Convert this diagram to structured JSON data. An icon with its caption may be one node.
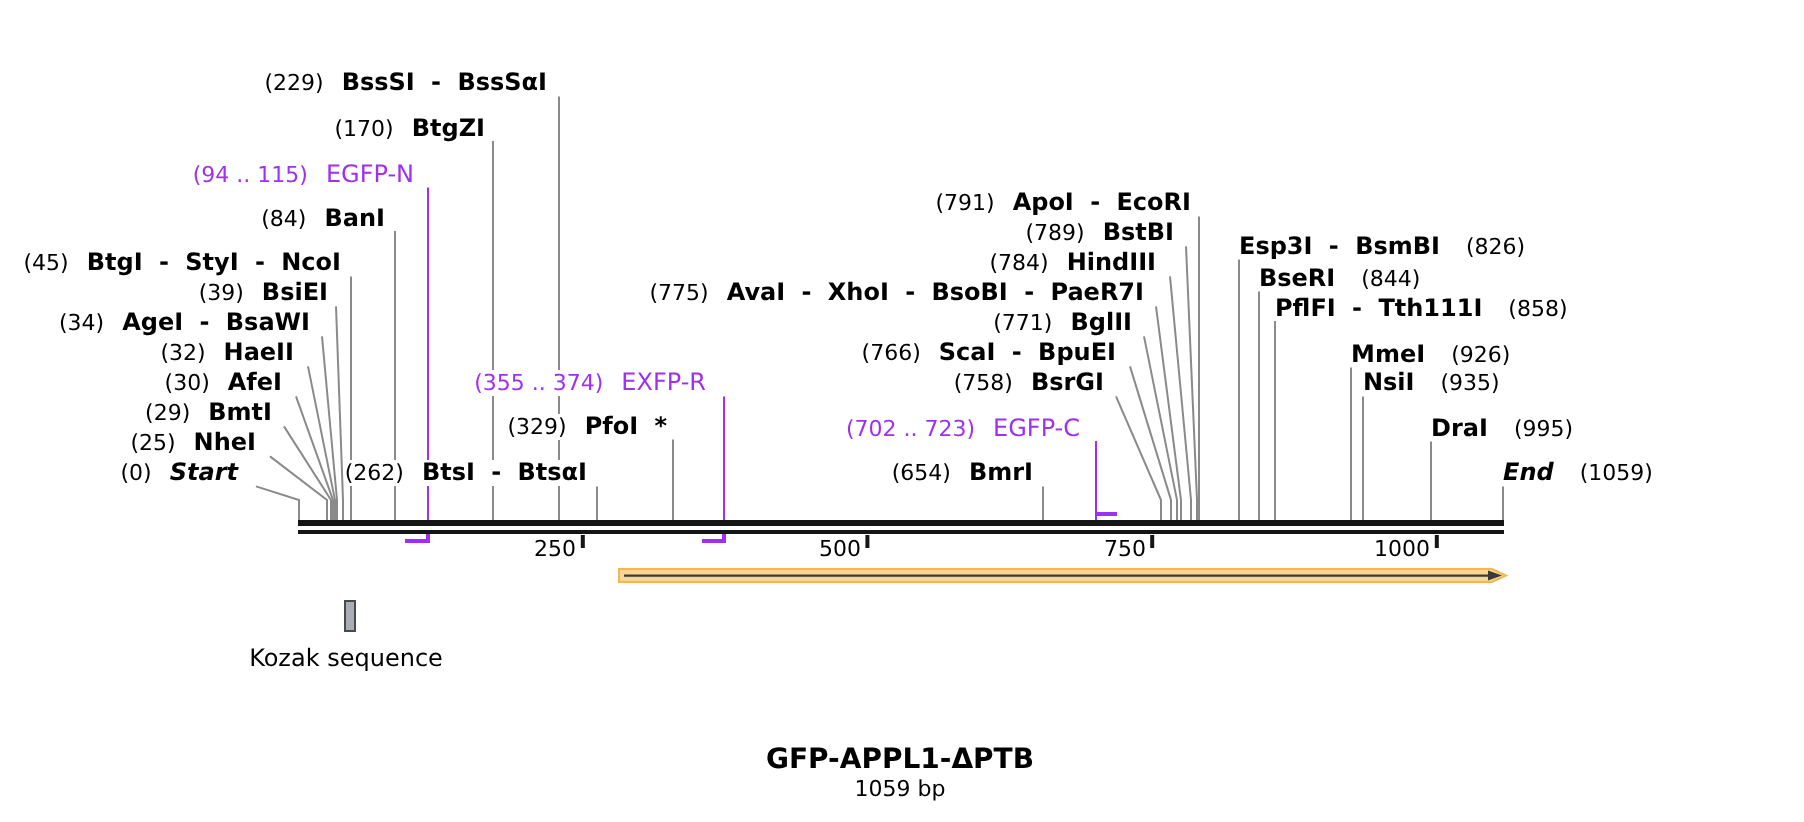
{
  "diagram": {
    "title": "GFP-APPL1-ΔPTB",
    "caption": "1059 bp",
    "nodes": [
      {
        "text": [
          "(0)",
          "Start"
        ]
      },
      {
        "text": [
          "(25)",
          "NheI"
        ]
      },
      {
        "text": [
          "(29)",
          "BmtI"
        ]
      },
      {
        "text": [
          "(30)",
          "AfeI"
        ]
      },
      {
        "text": [
          "(32)",
          "HaeII"
        ]
      },
      {
        "text": [
          "(34)",
          "AgeI - BsaWI"
        ]
      },
      {
        "text": [
          "(39)",
          "BsiEI"
        ]
      },
      {
        "text": [
          "(45)",
          "BtgI - StyI - NcoI"
        ]
      },
      {
        "text": [
          "(84)",
          "BanI"
        ]
      },
      {
        "text": [
          "(94 .. 115)",
          "EGFP-N"
        ]
      },
      {
        "text": [
          "(170)",
          "BtgZI"
        ]
      },
      {
        "text": [
          "(229)",
          "BssSI - BssSαI"
        ]
      },
      {
        "text": [
          "(262)",
          "BtsI - BtsαI"
        ]
      },
      {
        "text": [
          "(329)",
          "PfoI *"
        ]
      },
      {
        "text": [
          "(355 .. 374)",
          "EXFP-R"
        ]
      },
      {
        "text": [
          "(654)",
          "BmrI"
        ]
      },
      {
        "text": [
          "(702 .. 723)",
          "EGFP-C"
        ]
      },
      {
        "text": [
          "(758)",
          "BsrGI"
        ]
      },
      {
        "text": [
          "(766)",
          "ScaI - BpuEI"
        ]
      },
      {
        "text": [
          "(771)",
          "BglII"
        ]
      },
      {
        "text": [
          "(775)",
          "AvaI - XhoI - BsoBI - PaeR7I"
        ]
      },
      {
        "text": [
          "(784)",
          "HindIII"
        ]
      },
      {
        "text": [
          "(789)",
          "BstBI"
        ]
      },
      {
        "text": [
          "(791)",
          "ApoI - EcoRI"
        ]
      },
      {
        "text": [
          "Esp3I - BsmBI",
          "(826)"
        ]
      },
      {
        "text": [
          "BseRI",
          "(844)"
        ]
      },
      {
        "text": [
          "PflFI - Tth111I",
          "(858)"
        ]
      },
      {
        "text": [
          "MmeI",
          "(926)"
        ]
      },
      {
        "text": [
          "NsiI",
          "(935)"
        ]
      },
      {
        "text": [
          "DraI",
          "(995)"
        ]
      },
      {
        "text": [
          "End",
          "(1059)"
        ]
      },
      {
        "text": [],
        "shape": "bar"
      }
    ],
    "edges": [
      {
        "from": 0,
        "to": 31,
        "arrow": "none"
      },
      {
        "from": 1,
        "to": 31,
        "arrow": "none"
      },
      {
        "from": 2,
        "to": 31,
        "arrow": "none"
      },
      {
        "from": 3,
        "to": 31,
        "arrow": "none"
      },
      {
        "from": 4,
        "to": 31,
        "arrow": "none"
      },
      {
        "from": 5,
        "to": 31,
        "arrow": "none"
      },
      {
        "from": 6,
        "to": 31,
        "arrow": "none"
      },
      {
        "from": 7,
        "to": 31,
        "arrow": "none"
      },
      {
        "from": 8,
        "to": 31,
        "arrow": "none"
      },
      {
        "from": 9,
        "to": 31,
        "arrow": "none",
        "color": "#a030f0"
      },
      {
        "from": 10,
        "to": 31,
        "arrow": "none"
      },
      {
        "from": 11,
        "to": 31,
        "arrow": "none"
      },
      {
        "from": 12,
        "to": 31,
        "arrow": "none"
      },
      {
        "from": 13,
        "to": 31,
        "arrow": "none"
      },
      {
        "from": 14,
        "to": 31,
        "arrow": "none",
        "color": "#a030f0"
      },
      {
        "from": 15,
        "to": 31,
        "arrow": "none"
      },
      {
        "from": 16,
        "to": 31,
        "arrow": "none",
        "color": "#a030f0"
      },
      {
        "from": 17,
        "to": 31,
        "arrow": "none"
      },
      {
        "from": 18,
        "to": 31,
        "arrow": "none"
      },
      {
        "from": 19,
        "to": 31,
        "arrow": "none"
      },
      {
        "from": 20,
        "to": 31,
        "arrow": "none"
      },
      {
        "from": 21,
        "to": 31,
        "arrow": "none"
      },
      {
        "from": 22,
        "to": 31,
        "arrow": "none"
      },
      {
        "from": 23,
        "to": 31,
        "arrow": "none"
      },
      {
        "from": 24,
        "to": 31,
        "arrow": "none"
      },
      {
        "from": 25,
        "to": 31,
        "arrow": "none"
      },
      {
        "from": 26,
        "to": 31,
        "arrow": "none"
      },
      {
        "from": 27,
        "to": 31,
        "arrow": "none"
      },
      {
        "from": 28,
        "to": 31,
        "arrow": "none"
      },
      {
        "from": 29,
        "to": 31,
        "arrow": "none"
      },
      {
        "from": 30,
        "to": 31,
        "arrow": "none"
      }
    ],
    "labels": [
      "250",
      "500",
      "750",
      "1000",
      "Kozak sequence"
    ]
  }
}
